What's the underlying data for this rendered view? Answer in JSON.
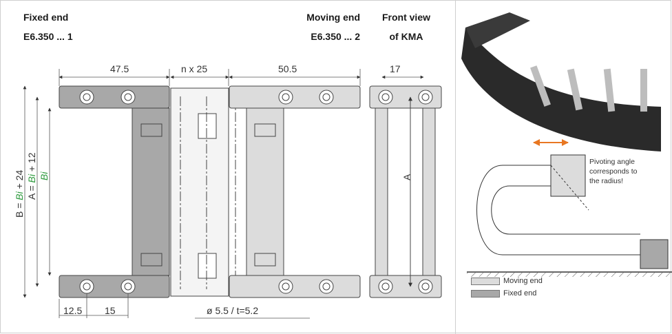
{
  "headers": {
    "fixed_title": "Fixed end",
    "fixed_code": "E6.350 ... 1",
    "moving_title": "Moving end",
    "moving_code": "E6.350 ... 2",
    "front_title": "Front view",
    "front_sub": "of KMA"
  },
  "dimensions": {
    "top_left": "47.5",
    "top_mid": "n x 25",
    "top_right": "50.5",
    "front_width": "17",
    "bottom_a": "12.5",
    "bottom_b": "15",
    "hole": "ø 5.5 / t=5.2",
    "front_height": "A"
  },
  "vertical_labels": {
    "b_prefix": "B = ",
    "b_var": "Bi",
    "b_suffix": " + 24",
    "a_prefix": "A = ",
    "a_var": "Bi",
    "a_suffix": " + 12",
    "bi": "Bi"
  },
  "pivot_note": [
    "Pivoting angle",
    "corresponds to",
    "the radius!"
  ],
  "legend": {
    "moving_label": "Moving end",
    "fixed_label": "Fixed end"
  },
  "colors": {
    "moving_fill": "#dcdcdc",
    "fixed_fill": "#a8a8a8",
    "accent_orange": "#e87722",
    "green_text": "#2e9a3e"
  }
}
